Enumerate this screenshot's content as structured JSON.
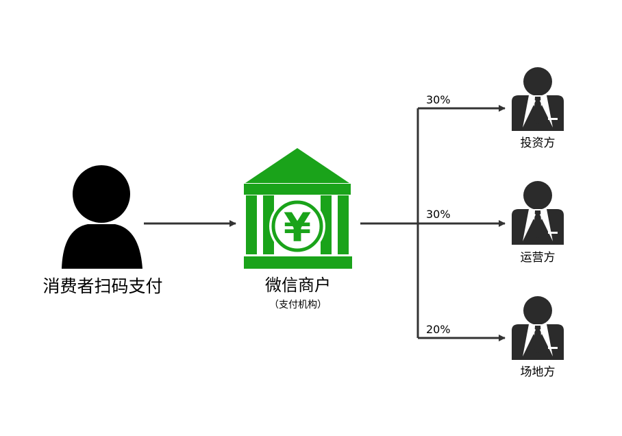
{
  "consumer": {
    "label": "消费者扫码支付"
  },
  "merchant": {
    "label": "微信商户",
    "sublabel": "（支付机构）",
    "currency_symbol": "¥"
  },
  "shares": [
    {
      "percent": "30%",
      "party": "投资方"
    },
    {
      "percent": "30%",
      "party": "运营方"
    },
    {
      "percent": "20%",
      "party": "场地方"
    }
  ],
  "colors": {
    "bank_green": "#1aa31a",
    "arrow": "#333333",
    "person": "#000000",
    "suit": "#222222",
    "tie": "#2b2b2b"
  },
  "icons": {
    "consumer": "person-icon",
    "merchant": "bank-icon",
    "parties": "businessman-icon"
  }
}
